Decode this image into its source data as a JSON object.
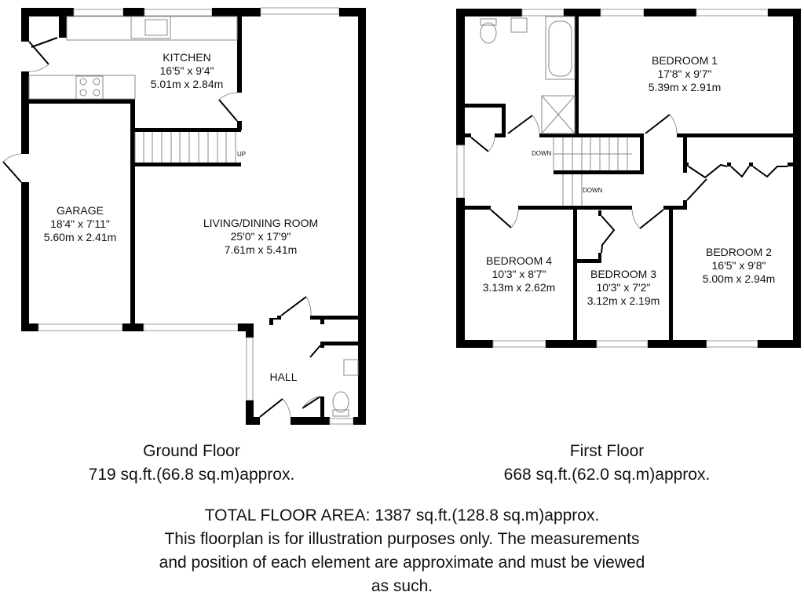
{
  "ground_floor": {
    "rooms": [
      {
        "name": "KITCHEN",
        "imperial": "16'5\" x 9'4\"",
        "metric": "5.01m x 2.84m"
      },
      {
        "name": "GARAGE",
        "imperial": "18'4\" x 7'11\"",
        "metric": "5.60m x 2.41m"
      },
      {
        "name": "LIVING/DINING ROOM",
        "imperial": "25'0\" x 17'9\"",
        "metric": "7.61m x 5.41m"
      },
      {
        "name": "HALL"
      }
    ],
    "stair_label": "UP",
    "title": "Ground Floor",
    "area": "719 sq.ft.(66.8 sq.m)approx."
  },
  "first_floor": {
    "rooms": [
      {
        "name": "BEDROOM 1",
        "imperial": "17'8\" x 9'7\"",
        "metric": "5.39m x 2.91m"
      },
      {
        "name": "BEDROOM 4",
        "imperial": "10'3\" x 8'7\"",
        "metric": "3.13m x 2.62m"
      },
      {
        "name": "BEDROOM 3",
        "imperial": "10'3\" x 7'2\"",
        "metric": "3.12m x 2.19m"
      },
      {
        "name": "BEDROOM 2",
        "imperial": "16'5\" x 9'8\"",
        "metric": "5.00m x 2.94m"
      }
    ],
    "stair_labels": [
      "DOWN",
      "DOWN"
    ],
    "title": "First Floor",
    "area": "668 sq.ft.(62.0 sq.m)approx."
  },
  "footer": {
    "total": "TOTAL FLOOR AREA: 1387 sq.ft.(128.8 sq.m)approx.",
    "disclaimer_1": "This floorplan is for illustration purposes only. The measurements",
    "disclaimer_2": "and position of each element are approximate and must be viewed",
    "disclaimer_3": "as such."
  }
}
